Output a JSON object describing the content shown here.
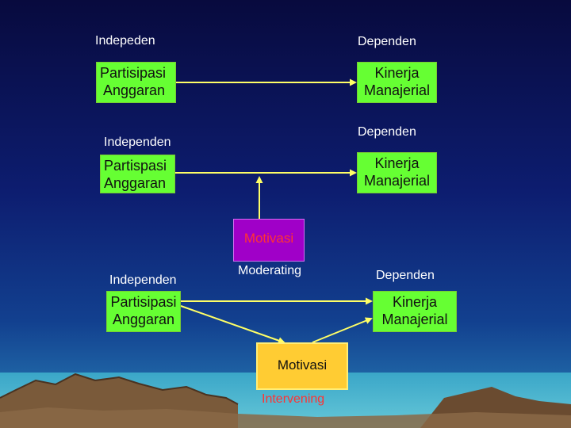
{
  "section1": {
    "left_heading": "Indepeden",
    "right_heading": "Dependen",
    "left_box": [
      "Partisipasi",
      "Anggaran"
    ],
    "right_box": [
      "Kinerja",
      "Manajerial"
    ]
  },
  "section2": {
    "left_heading": "Independen",
    "right_heading": "Dependen",
    "left_box": [
      "Partispasi",
      "Anggaran"
    ],
    "right_box": [
      "Kinerja",
      "Manajerial"
    ],
    "moderator_box": "Motivasi",
    "moderator_role": "Moderating"
  },
  "section3": {
    "left_heading": "Independen",
    "right_heading": "Dependen",
    "left_box": [
      "Partisipasi",
      "Anggaran"
    ],
    "right_box": [
      "Kinerja",
      "Manajerial"
    ],
    "intervening_box": "Motivasi",
    "intervening_role": "Intervening"
  },
  "colors": {
    "box_green": "#66ff33",
    "moderator_purple": "#a000c8",
    "intervening_orange": "#ffcc33",
    "arrow_yellow": "#ffff66",
    "label_red": "#ff3333"
  }
}
